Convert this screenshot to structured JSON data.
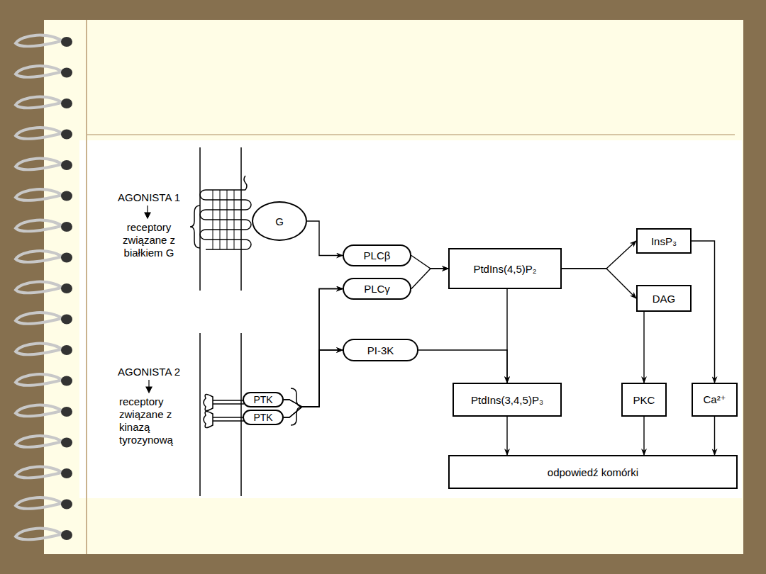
{
  "diagram": {
    "nodes": [
      {
        "text": [
          "G"
        ]
      },
      {
        "text": [
          "PLCβ"
        ]
      },
      {
        "text": [
          "PLCγ"
        ]
      },
      {
        "text": [
          "PtdIns(4,5)P₂"
        ]
      },
      {
        "text": [
          "InsP₃"
        ]
      },
      {
        "text": [
          "DAG"
        ]
      },
      {
        "text": [
          "PI-3K"
        ]
      },
      {
        "text": [
          "PTK"
        ]
      },
      {
        "text": [
          "PTK"
        ]
      },
      {
        "text": [
          "PtdIns(3,4,5)P₃"
        ]
      },
      {
        "text": [
          "PKC"
        ]
      },
      {
        "text": [
          "Ca²⁺"
        ]
      },
      {
        "text": [
          "odpowiedź komórki"
        ]
      }
    ],
    "edges": [
      {
        "from": 0,
        "to": 1,
        "arrow": "to"
      },
      {
        "from": 1,
        "to": 3,
        "arrow": "to"
      },
      {
        "from": 2,
        "to": 3,
        "arrow": "to"
      },
      {
        "from": 7,
        "to": 2,
        "arrow": "to"
      },
      {
        "from": 7,
        "to": 6,
        "arrow": "to"
      },
      {
        "from": 8,
        "to": 2,
        "arrow": "to"
      },
      {
        "from": 8,
        "to": 6,
        "arrow": "to"
      },
      {
        "from": 3,
        "to": 4,
        "arrow": "to"
      },
      {
        "from": 3,
        "to": 5,
        "arrow": "to"
      },
      {
        "from": 3,
        "to": 9,
        "arrow": "to"
      },
      {
        "from": 6,
        "to": 9,
        "arrow": "to"
      },
      {
        "from": 5,
        "to": 10,
        "arrow": "to"
      },
      {
        "from": 4,
        "to": 11,
        "arrow": "to"
      },
      {
        "from": 9,
        "to": 12,
        "arrow": "to"
      },
      {
        "from": 10,
        "to": 12,
        "arrow": "to"
      },
      {
        "from": 11,
        "to": 12,
        "arrow": "to"
      }
    ],
    "labels": [
      "AGONISTA 1",
      "receptory związane z białkiem G",
      "AGONISTA 2",
      "receptory związane z kinazą tyrozynową"
    ]
  }
}
